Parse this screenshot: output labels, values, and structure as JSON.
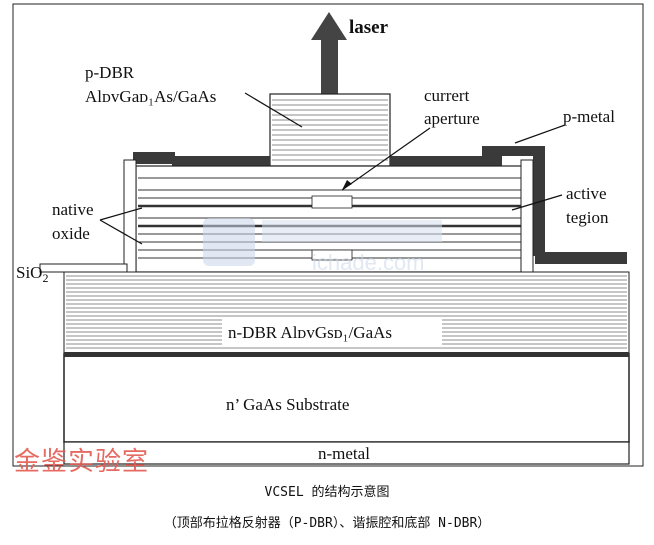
{
  "labels": {
    "laser": "laser",
    "pdbr_line1": "p-DBR",
    "pdbr_line2": "AlᴅᴠGaᴅ₁As/GaAs",
    "current_line1": "currert",
    "current_line2": "aperture",
    "pmetal": "p-metal",
    "active_line1": "active",
    "active_line2": "tegion",
    "native_line1": "native",
    "native_line2": "oxide",
    "sio2": "SiO",
    "sio2_sub": "2",
    "ndbr": "n-DBR AlᴅᴠGsᴅ₁/GaAs",
    "substrate": "n’  GaAs Substrate",
    "nmetal": "n-metal"
  },
  "watermark": {
    "text": "ichade.com",
    "stamp": "金鉴实验室"
  },
  "caption": {
    "title": "VCSEL 的结构示意图",
    "subtitle": "（顶部布拉格反射器（P-DBR）、谐振腔和底部 N-DBR）"
  },
  "colors": {
    "ink": "#111111",
    "metal": "#3a3a3a",
    "stamp": "#e35b52",
    "watermark": "#c9d6ea"
  }
}
